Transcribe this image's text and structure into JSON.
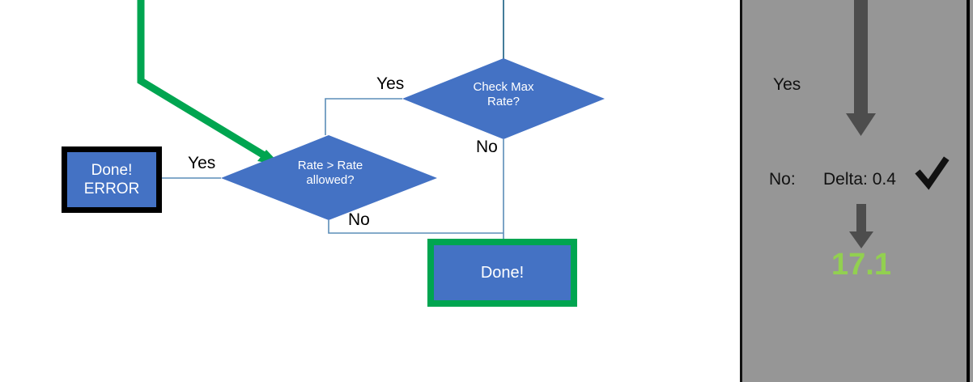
{
  "flowchart": {
    "nodes": {
      "done_error": {
        "line1": "Done!",
        "line2": "ERROR",
        "fill": "#4472C4",
        "border": "#000000"
      },
      "rate_gt": {
        "line1": "Rate > Rate",
        "line2": "allowed?",
        "fill": "#4472C4"
      },
      "check_max": {
        "line1": "Check Max",
        "line2": "Rate?",
        "fill": "#4472C4"
      },
      "done": {
        "label": "Done!",
        "fill": "#4472C4",
        "border": "#00A550"
      }
    },
    "edge_labels": {
      "check_max_yes": "Yes",
      "check_max_no": "No",
      "rate_gt_yes": "Yes",
      "rate_gt_no": "No"
    },
    "highlight_color": "#00A550",
    "connector_color": "#5B8DB8"
  },
  "value_panel": {
    "background": "#969696",
    "yes_label": "Yes",
    "no_label": "No:",
    "delta_label": "Delta: 0.4",
    "check_mark": "check-mark",
    "result_value": "17.1",
    "result_color": "#92D050",
    "arrow_color": "#4D4D4D"
  }
}
